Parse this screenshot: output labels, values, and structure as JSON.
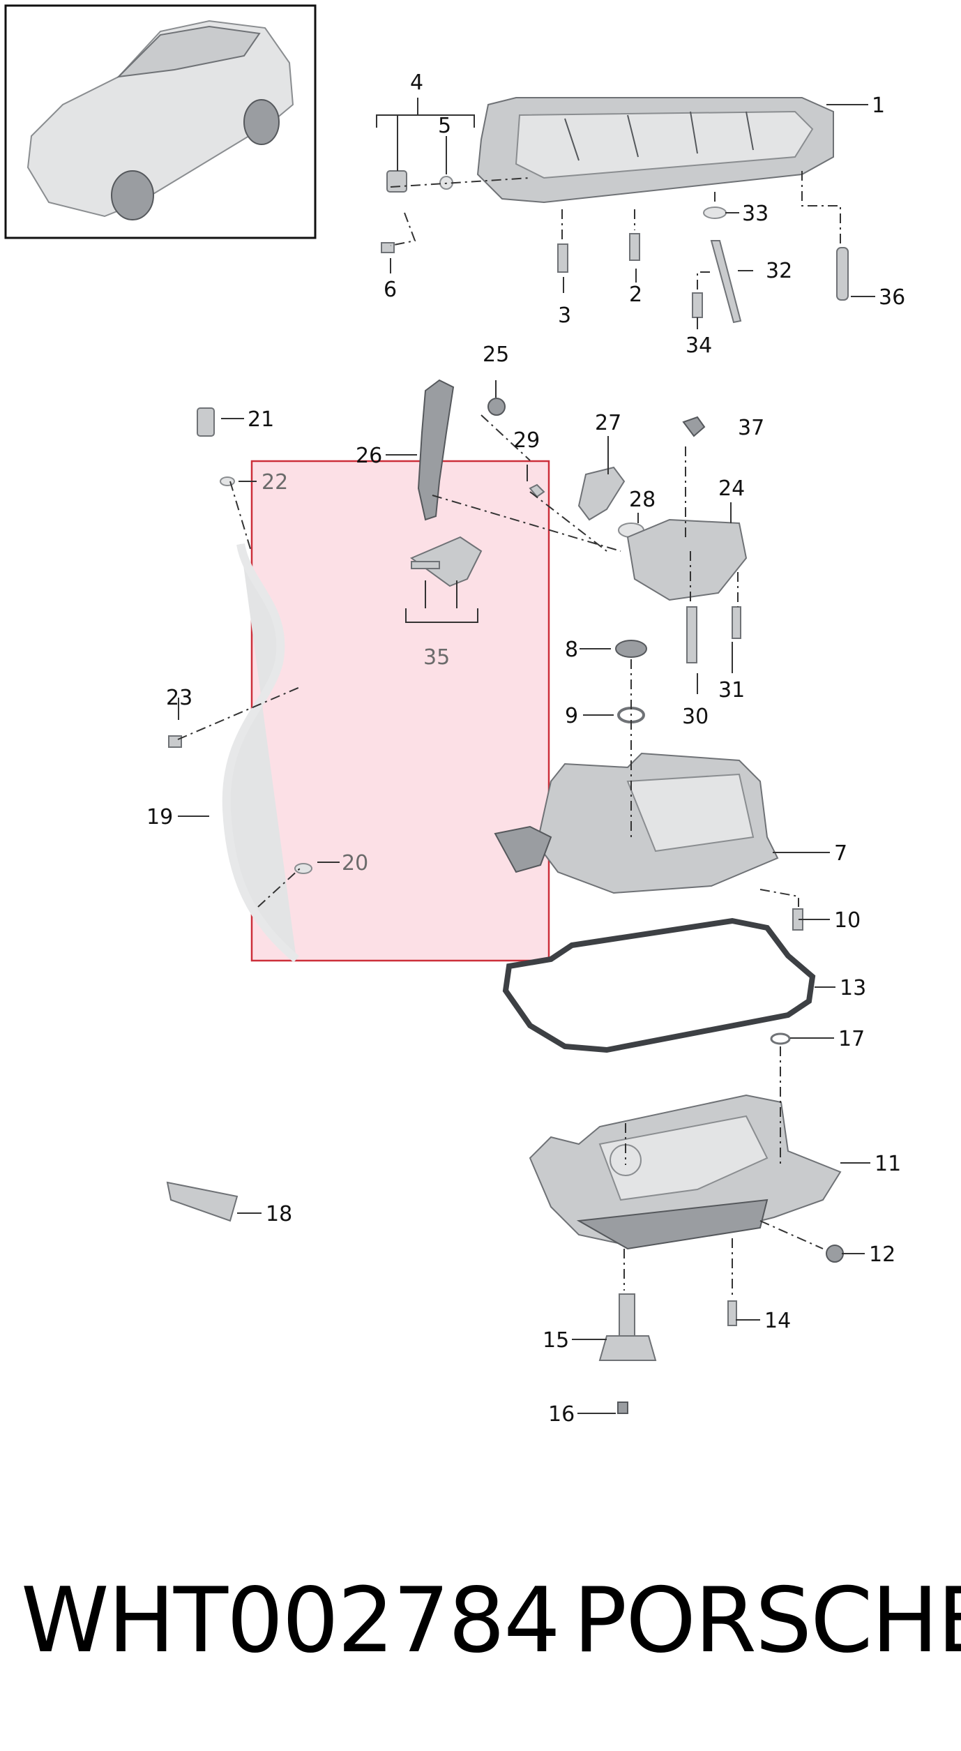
{
  "labels": {
    "p1": "1",
    "p2": "2",
    "p3": "3",
    "p4": "4",
    "p5": "5",
    "p6": "6",
    "p7": "7",
    "p8": "8",
    "p9": "9",
    "p10": "10",
    "p11": "11",
    "p12": "12",
    "p13": "13",
    "p14": "14",
    "p15": "15",
    "p16": "16",
    "p17": "17",
    "p18": "18",
    "p19": "19",
    "p20": "20",
    "p21": "21",
    "p22": "22",
    "p23": "23",
    "p24": "24",
    "p25": "25",
    "p26": "26",
    "p27": "27",
    "p28": "28",
    "p29": "29",
    "p30": "30",
    "p31": "31",
    "p32": "32",
    "p33": "33",
    "p34": "34",
    "p35": "35",
    "p36": "36",
    "p37": "37"
  },
  "footer": {
    "part_number": "WHT002784",
    "brand": "PORSCHE"
  },
  "colors": {
    "highlight_fill": "#f9c6d2",
    "highlight_border": "#cc2f3a",
    "part_grey": "#c9cbcd"
  }
}
